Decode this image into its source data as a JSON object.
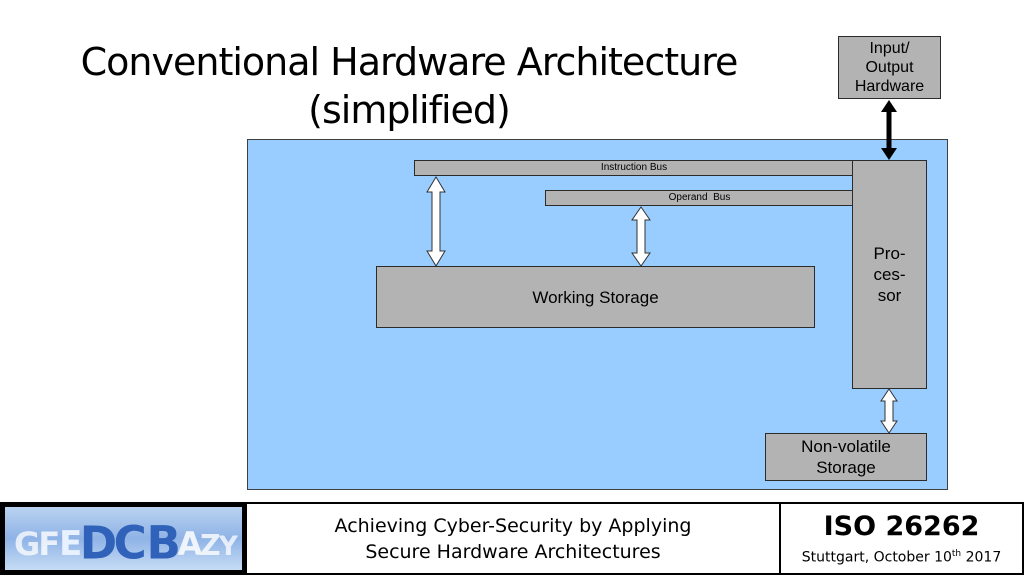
{
  "title": {
    "line1": "Conventional Hardware Architecture",
    "line2": "(simplified)"
  },
  "diagram": {
    "io": {
      "line1": "Input/",
      "line2": "Output",
      "line3": "Hardware"
    },
    "instruction_bus": "Instruction Bus",
    "operand_bus": "Operand  Bus",
    "working_storage": "Working Storage",
    "processor": {
      "line1": "Pro-",
      "line2": "ces-",
      "line3": "sor"
    },
    "nonvolatile": {
      "line1": "Non-volatile",
      "line2": "Storage"
    },
    "colors": {
      "panel": "#99ccff",
      "box": "#b3b3b3"
    }
  },
  "footer": {
    "logo_text": "GFEDCBAZY",
    "subtitle_line1": "Achieving Cyber-Security by Applying",
    "subtitle_line2": "Secure Hardware Architectures",
    "conference": "ISO 26262",
    "date_prefix": "Stuttgart, October 10",
    "date_sup": "th",
    "date_suffix": " 2017"
  }
}
